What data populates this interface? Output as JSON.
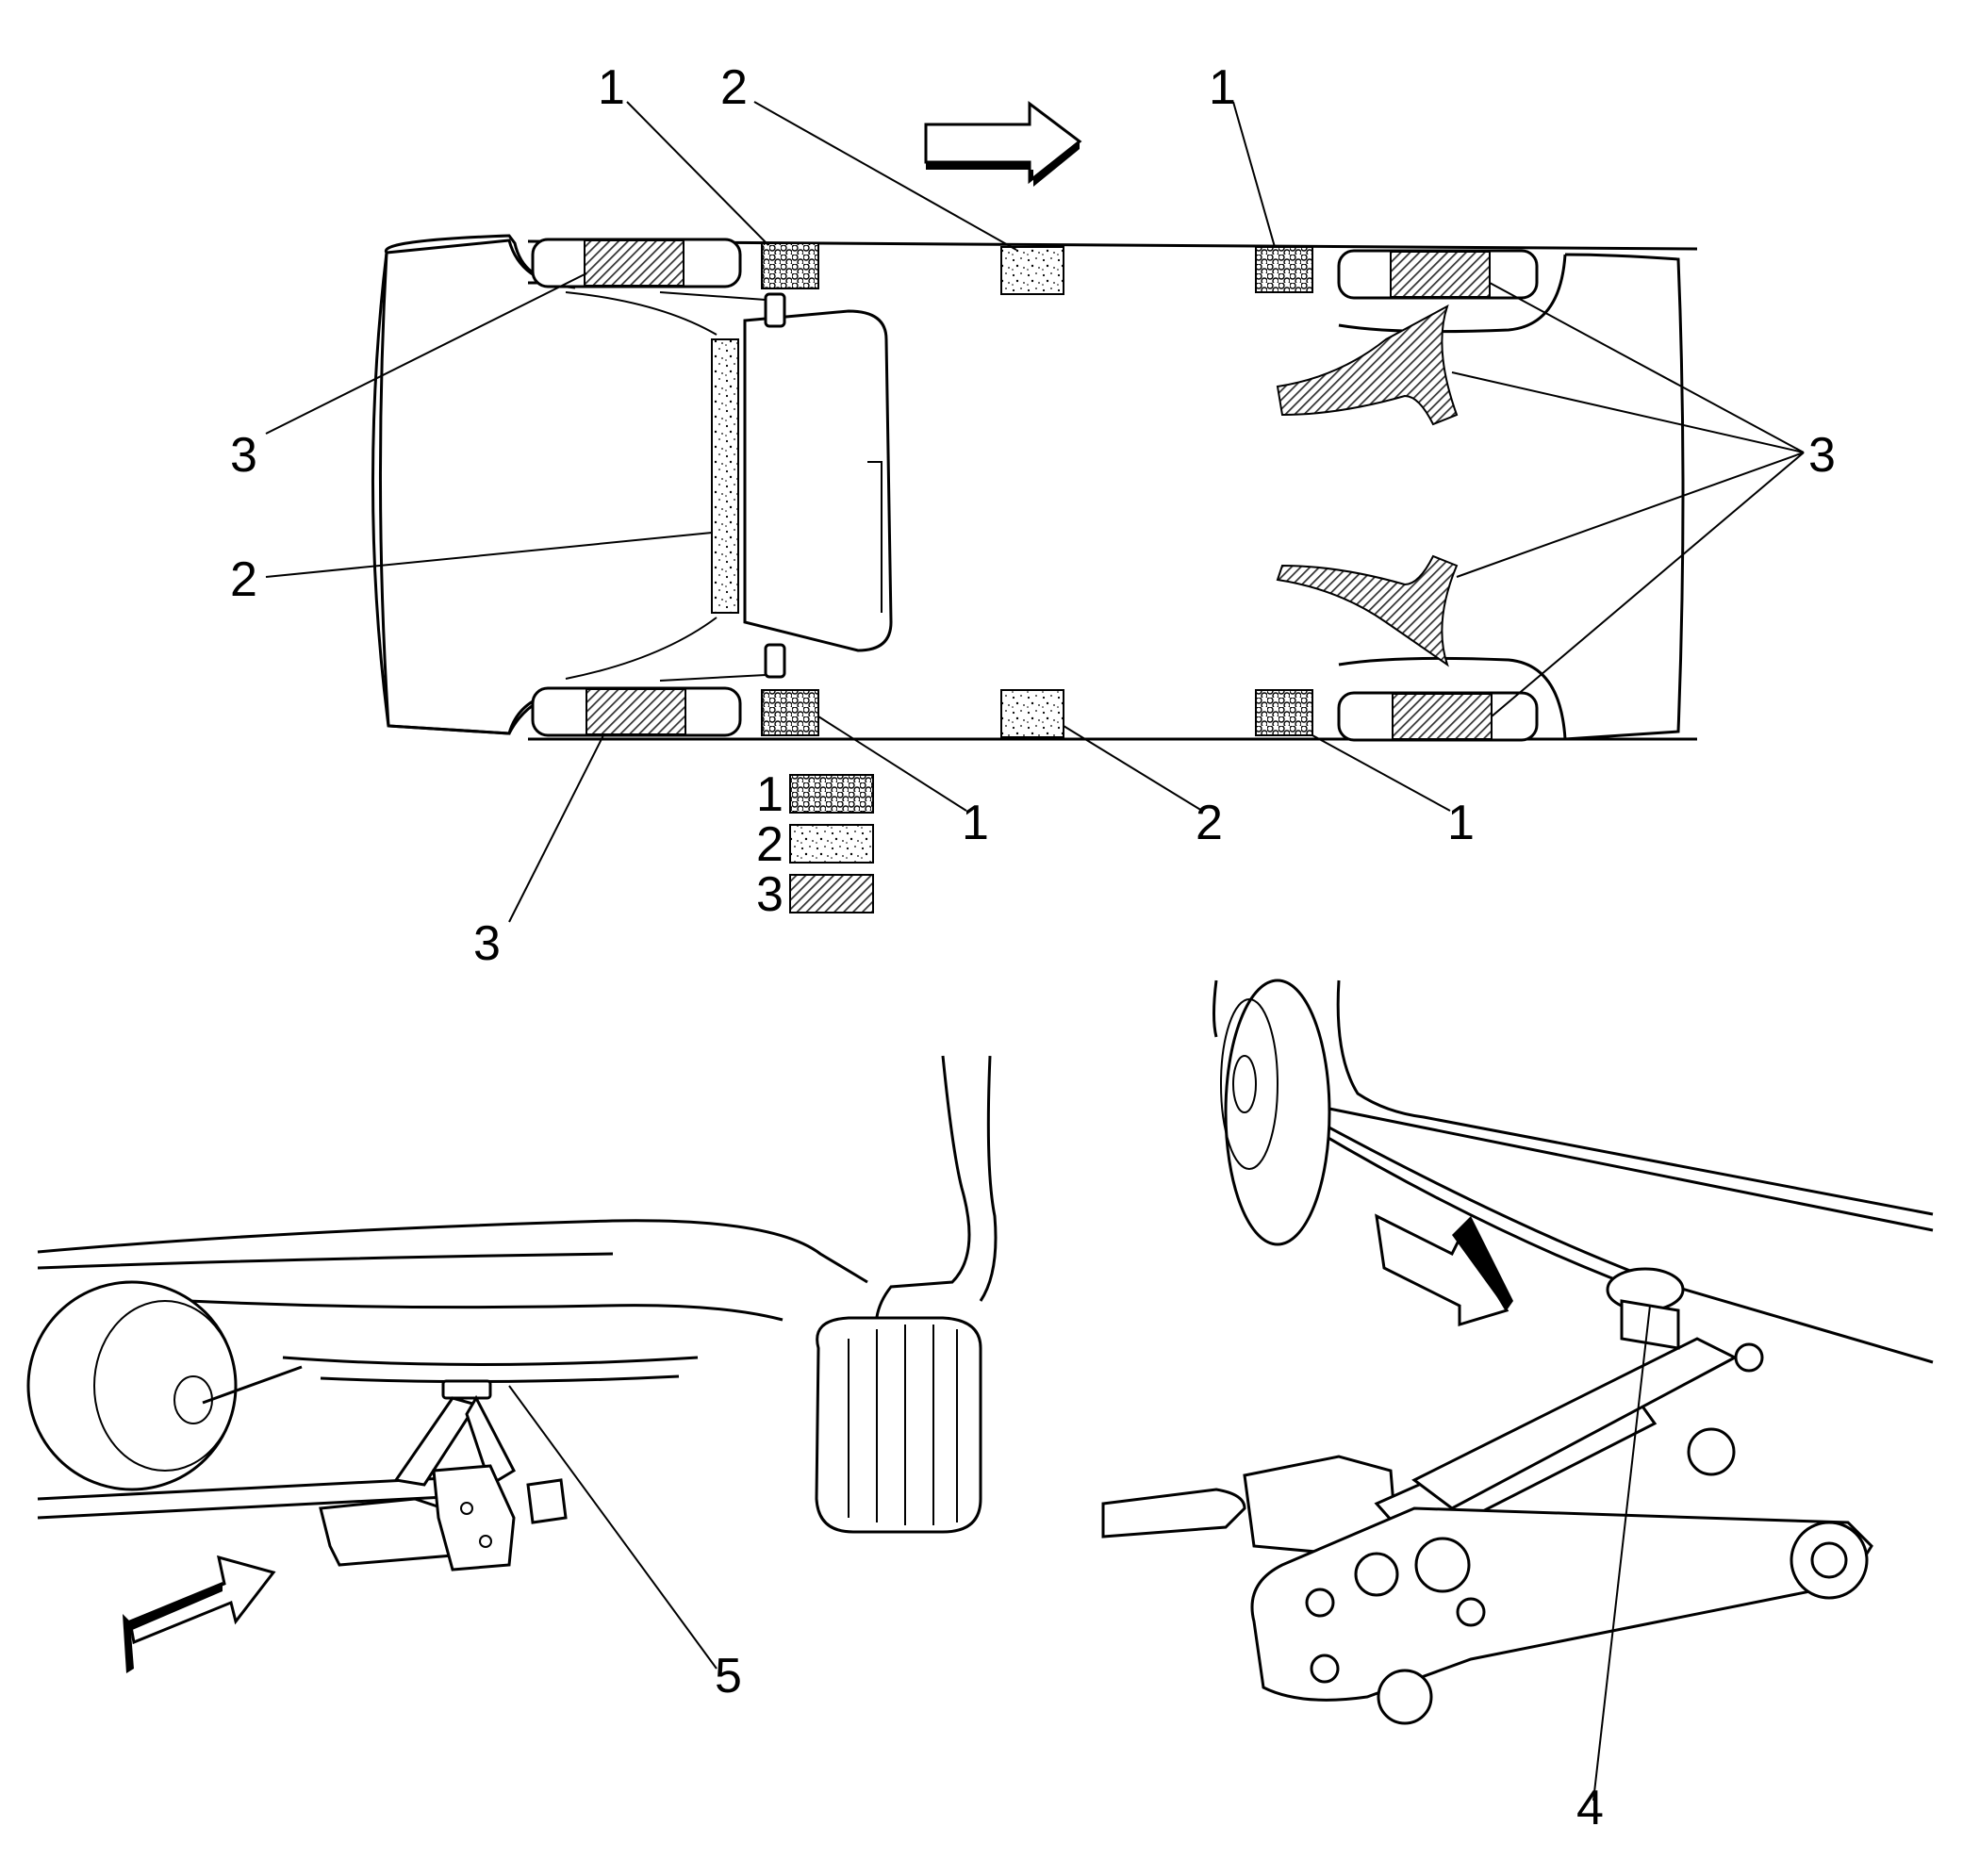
{
  "legend": {
    "items": [
      {
        "label": "1",
        "pattern": "honeycomb"
      },
      {
        "label": "2",
        "pattern": "speckle"
      },
      {
        "label": "3",
        "pattern": "diagonal-hatch"
      }
    ]
  },
  "callouts": {
    "top_1_left": "1",
    "top_2": "2",
    "top_1_right": "1",
    "left_3_upper": "3",
    "left_2": "2",
    "left_3_lower": "3",
    "right_3": "3",
    "bottom_1_mid": "1",
    "bottom_2": "2",
    "bottom_1_right": "1",
    "jack_left_5": "5",
    "jack_right_4": "4"
  },
  "colors": {
    "line": "#000000",
    "hatch": "#555555",
    "background": "#ffffff"
  },
  "icons": [
    "direction-arrow-icon",
    "floor-jack-icon",
    "bottle-jack-icon"
  ]
}
